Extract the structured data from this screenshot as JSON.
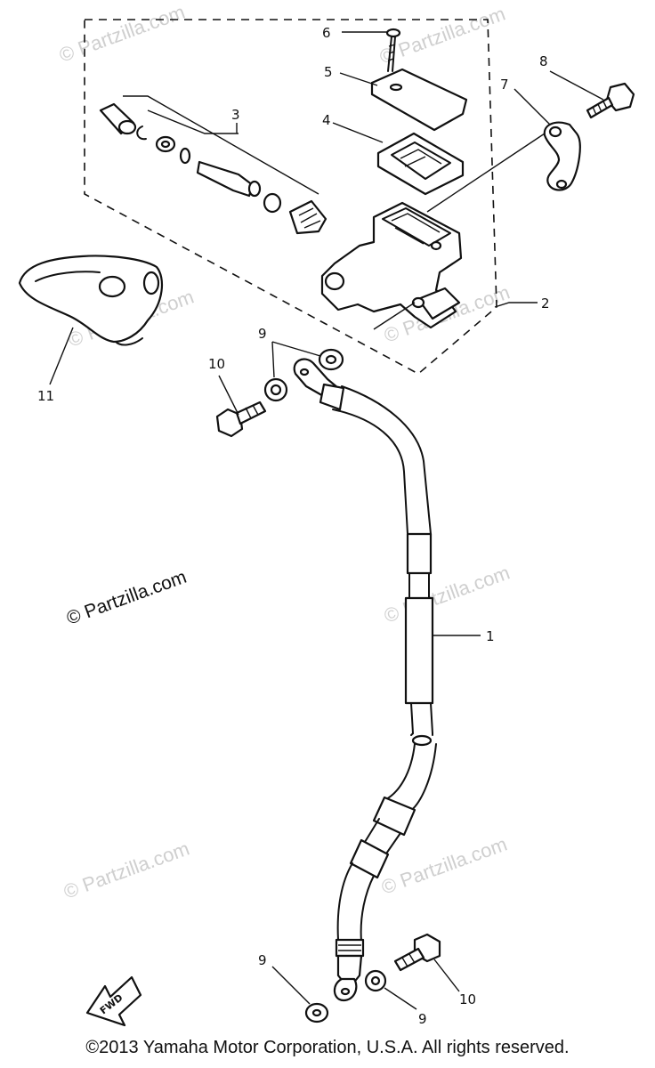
{
  "watermark": "© Partzilla.com",
  "watermark_main": "© Partzilla.com",
  "copyright": "©2013 Yamaha Motor Corporation, U.S.A. All rights reserved.",
  "direction_badge": "FWD",
  "callouts": {
    "c1": "1",
    "c2": "2",
    "c3": "3",
    "c4": "4",
    "c5": "5",
    "c6": "6",
    "c7": "7",
    "c8": "8",
    "c9_top": "9",
    "c10_top": "10",
    "c11": "11",
    "c9_bl": "9",
    "c9_br": "9",
    "c10_br": "10"
  }
}
